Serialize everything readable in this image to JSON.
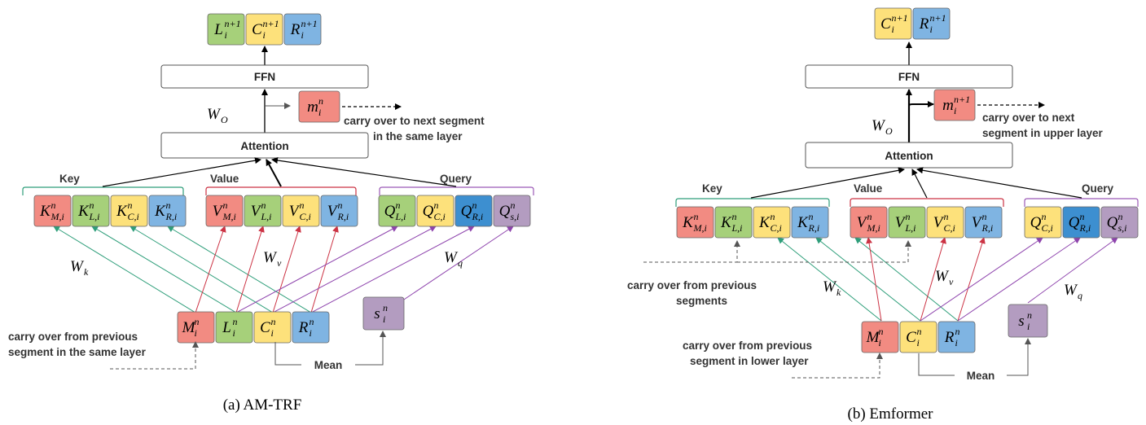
{
  "colors": {
    "memory": "#f28b82",
    "left": "#a6d07a",
    "center": "#fde17b",
    "right": "#7fb4e2",
    "summary": "#b39cc0",
    "query_right_dark": "#3d8fd0",
    "key_bracket": "#2e9e7a",
    "value_bracket": "#cc3344",
    "query_bracket": "#9b59b6",
    "key_arrow": "#2e9e7a",
    "value_arrow": "#cc3344",
    "query_arrow": "#8e44ad"
  },
  "left": {
    "caption": "(a) AM-TRF",
    "ffn": "FFN",
    "attention": "Attention",
    "wo": "W",
    "wo_sub": "O",
    "memory_out": {
      "base": "m",
      "sub": "i",
      "sup": "n"
    },
    "carry_next": [
      "carry over to next segment",
      "in the same layer"
    ],
    "key_label": "Key",
    "value_label": "Value",
    "query_label": "Query",
    "wk": {
      "base": "W",
      "sub": "k"
    },
    "wv": {
      "base": "W",
      "sub": "v"
    },
    "wq": {
      "base": "W",
      "sub": "q"
    },
    "carry_prev": [
      "carry over from previous",
      "segment in the same layer"
    ],
    "mean": "Mean",
    "outputs": [
      {
        "base": "L",
        "sub": "i",
        "sup": "n+1",
        "color": "left"
      },
      {
        "base": "C",
        "sub": "i",
        "sup": "n+1",
        "color": "center"
      },
      {
        "base": "R",
        "sub": "i",
        "sup": "n+1",
        "color": "right"
      }
    ],
    "keys": [
      {
        "base": "K",
        "sub": "M,i",
        "sup": "n",
        "color": "memory"
      },
      {
        "base": "K",
        "sub": "L,i",
        "sup": "n",
        "color": "left"
      },
      {
        "base": "K",
        "sub": "C,i",
        "sup": "n",
        "color": "center"
      },
      {
        "base": "K",
        "sub": "R,i",
        "sup": "n",
        "color": "right"
      }
    ],
    "values": [
      {
        "base": "V",
        "sub": "M,i",
        "sup": "n",
        "color": "memory"
      },
      {
        "base": "V",
        "sub": "L,i",
        "sup": "n",
        "color": "left"
      },
      {
        "base": "V",
        "sub": "C,i",
        "sup": "n",
        "color": "center"
      },
      {
        "base": "V",
        "sub": "R,i",
        "sup": "n",
        "color": "right"
      }
    ],
    "queries": [
      {
        "base": "Q",
        "sub": "L,i",
        "sup": "n",
        "color": "left"
      },
      {
        "base": "Q",
        "sub": "C,i",
        "sup": "n",
        "color": "center"
      },
      {
        "base": "Q",
        "sub": "R,i",
        "sup": "n",
        "color": "query_right_dark"
      },
      {
        "base": "Q",
        "sub": "s,i",
        "sup": "n",
        "color": "summary"
      }
    ],
    "inputs": [
      {
        "base": "M",
        "sub": "i",
        "sup": "n",
        "color": "memory"
      },
      {
        "base": "L",
        "sub": "i",
        "sup": "n",
        "color": "left"
      },
      {
        "base": "C",
        "sub": "i",
        "sup": "n",
        "color": "center"
      },
      {
        "base": "R",
        "sub": "i",
        "sup": "n",
        "color": "right"
      }
    ],
    "summary": {
      "base": "s",
      "sub": "i",
      "sup": "n",
      "color": "summary"
    }
  },
  "right": {
    "caption": "(b) Emformer",
    "ffn": "FFN",
    "attention": "Attention",
    "wo": "W",
    "wo_sub": "O",
    "memory_out": {
      "base": "m",
      "sub": "i",
      "sup": "n+1"
    },
    "carry_next": [
      "carry over to next",
      "segment in upper layer"
    ],
    "key_label": "Key",
    "value_label": "Value",
    "query_label": "Query",
    "wk": {
      "base": "W",
      "sub": "k"
    },
    "wv": {
      "base": "W",
      "sub": "v"
    },
    "wq": {
      "base": "W",
      "sub": "q"
    },
    "carry_prev_segments": [
      "carry over from previous",
      "segments"
    ],
    "carry_prev": [
      "carry over from previous",
      "segment in lower layer"
    ],
    "mean": "Mean",
    "outputs": [
      {
        "base": "C",
        "sub": "i",
        "sup": "n+1",
        "color": "center"
      },
      {
        "base": "R",
        "sub": "i",
        "sup": "n+1",
        "color": "right"
      }
    ],
    "keys": [
      {
        "base": "K",
        "sub": "M,i",
        "sup": "n",
        "color": "memory"
      },
      {
        "base": "K",
        "sub": "L,i",
        "sup": "n",
        "color": "left"
      },
      {
        "base": "K",
        "sub": "C,i",
        "sup": "n",
        "color": "center"
      },
      {
        "base": "K",
        "sub": "R,i",
        "sup": "n",
        "color": "right"
      }
    ],
    "values": [
      {
        "base": "V",
        "sub": "M,i",
        "sup": "n",
        "color": "memory"
      },
      {
        "base": "V",
        "sub": "L,i",
        "sup": "n",
        "color": "left"
      },
      {
        "base": "V",
        "sub": "C,i",
        "sup": "n",
        "color": "center"
      },
      {
        "base": "V",
        "sub": "R,i",
        "sup": "n",
        "color": "right"
      }
    ],
    "queries": [
      {
        "base": "Q",
        "sub": "C,i",
        "sup": "n",
        "color": "center"
      },
      {
        "base": "Q",
        "sub": "R,i",
        "sup": "n",
        "color": "query_right_dark"
      },
      {
        "base": "Q",
        "sub": "s,i",
        "sup": "n",
        "color": "summary"
      }
    ],
    "inputs": [
      {
        "base": "M",
        "sub": "i",
        "sup": "n",
        "color": "memory"
      },
      {
        "base": "C",
        "sub": "i",
        "sup": "n",
        "color": "center"
      },
      {
        "base": "R",
        "sub": "i",
        "sup": "n",
        "color": "right"
      }
    ],
    "summary": {
      "base": "s",
      "sub": "i",
      "sup": "n",
      "color": "summary"
    }
  }
}
